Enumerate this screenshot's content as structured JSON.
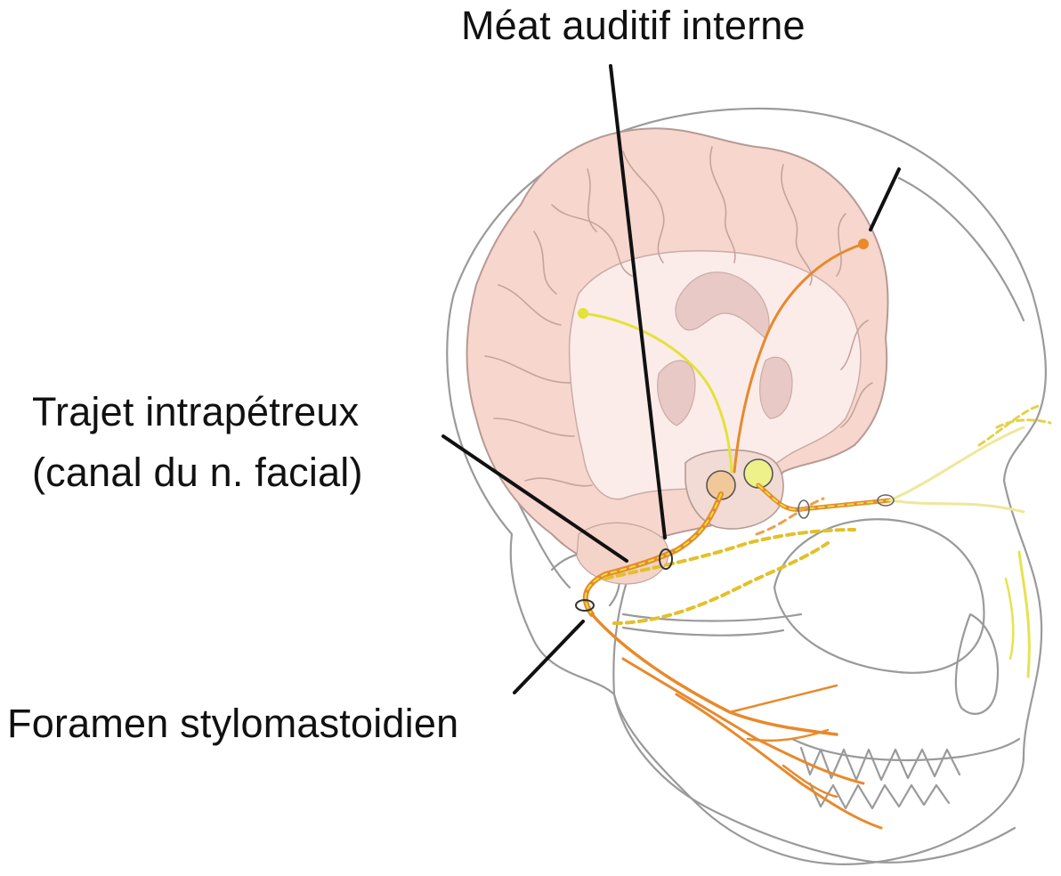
{
  "labels": {
    "meatus": "Méat auditif interne",
    "intrapetrous_line1": "Trajet intrapétreux",
    "intrapetrous_line2": "(canal du n. facial)",
    "stylomastoid": "Foramen stylomastoidien"
  },
  "colors": {
    "brain_fill": "#f6d6cd",
    "brain_outline": "#b69a94",
    "white_matter": "#fbecea",
    "deep_gray": "#e9c9c6",
    "skull_line": "#9a9a9a",
    "facial_nerve": "#e8892c",
    "intermedius_nerve": "#e3e23a",
    "leader_line": "#111111"
  }
}
